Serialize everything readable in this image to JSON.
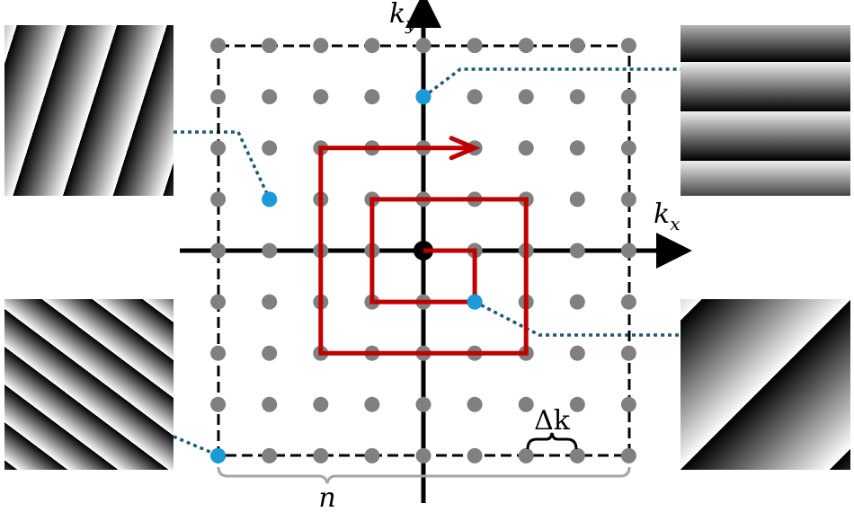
{
  "labels": {
    "kx": {
      "base": "k",
      "sub": "x"
    },
    "ky": {
      "base": "k",
      "sub": "y"
    },
    "delta_k": "Δk",
    "n": "n"
  },
  "grid": {
    "points_per_side": 9
  },
  "trajectory_grid_points": [
    [
      0,
      0
    ],
    [
      1,
      0
    ],
    [
      1,
      -1
    ],
    [
      -1,
      -1
    ],
    [
      -1,
      1
    ],
    [
      2,
      1
    ],
    [
      2,
      -2
    ],
    [
      -2,
      -2
    ],
    [
      -2,
      2
    ],
    [
      1,
      2
    ]
  ],
  "highlighted_points": [
    [
      0,
      3
    ],
    [
      -3,
      1
    ],
    [
      1,
      -1
    ],
    [
      -4,
      -4
    ]
  ],
  "colors": {
    "grid_point": "#808080",
    "highlight_point": "#1a9ad6",
    "trajectory": "#c00000",
    "connector": "#1f5a73",
    "axis": "#000000",
    "n_brace": "#a6a6a6"
  }
}
